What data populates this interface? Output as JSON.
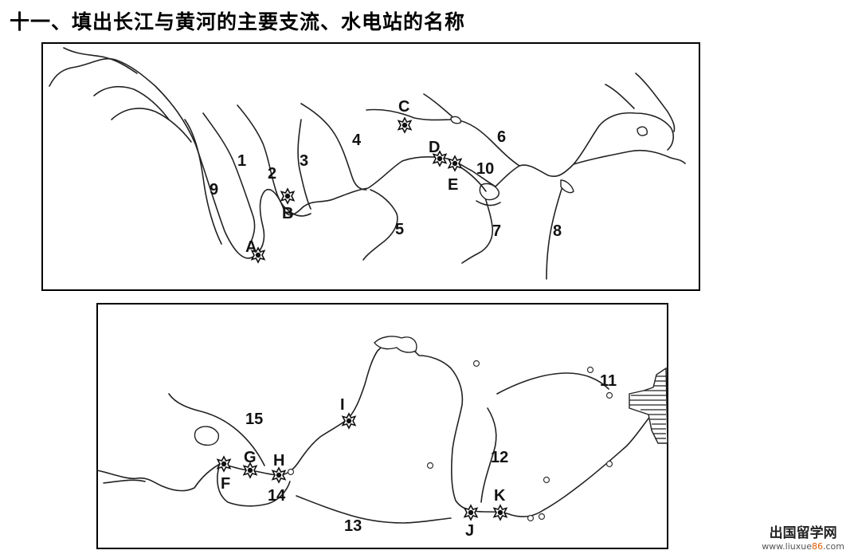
{
  "title": "十一、填出长江与黄河的主要支流、水电站的名称",
  "maps": [
    {
      "name": "长江",
      "labels": [
        "1",
        "2",
        "3",
        "4",
        "5",
        "6",
        "7",
        "8",
        "9",
        "10"
      ],
      "stations": [
        "A",
        "B",
        "C",
        "D",
        "E"
      ]
    },
    {
      "name": "黄河",
      "labels": [
        "11",
        "12",
        "13",
        "14",
        "15"
      ],
      "stations": [
        "F",
        "G",
        "H",
        "I",
        "J",
        "K"
      ]
    }
  ],
  "watermark": {
    "text": "出国留学网",
    "url_prefix": "www.liuxue",
    "url_num": "86",
    "url_suffix": ".com"
  }
}
